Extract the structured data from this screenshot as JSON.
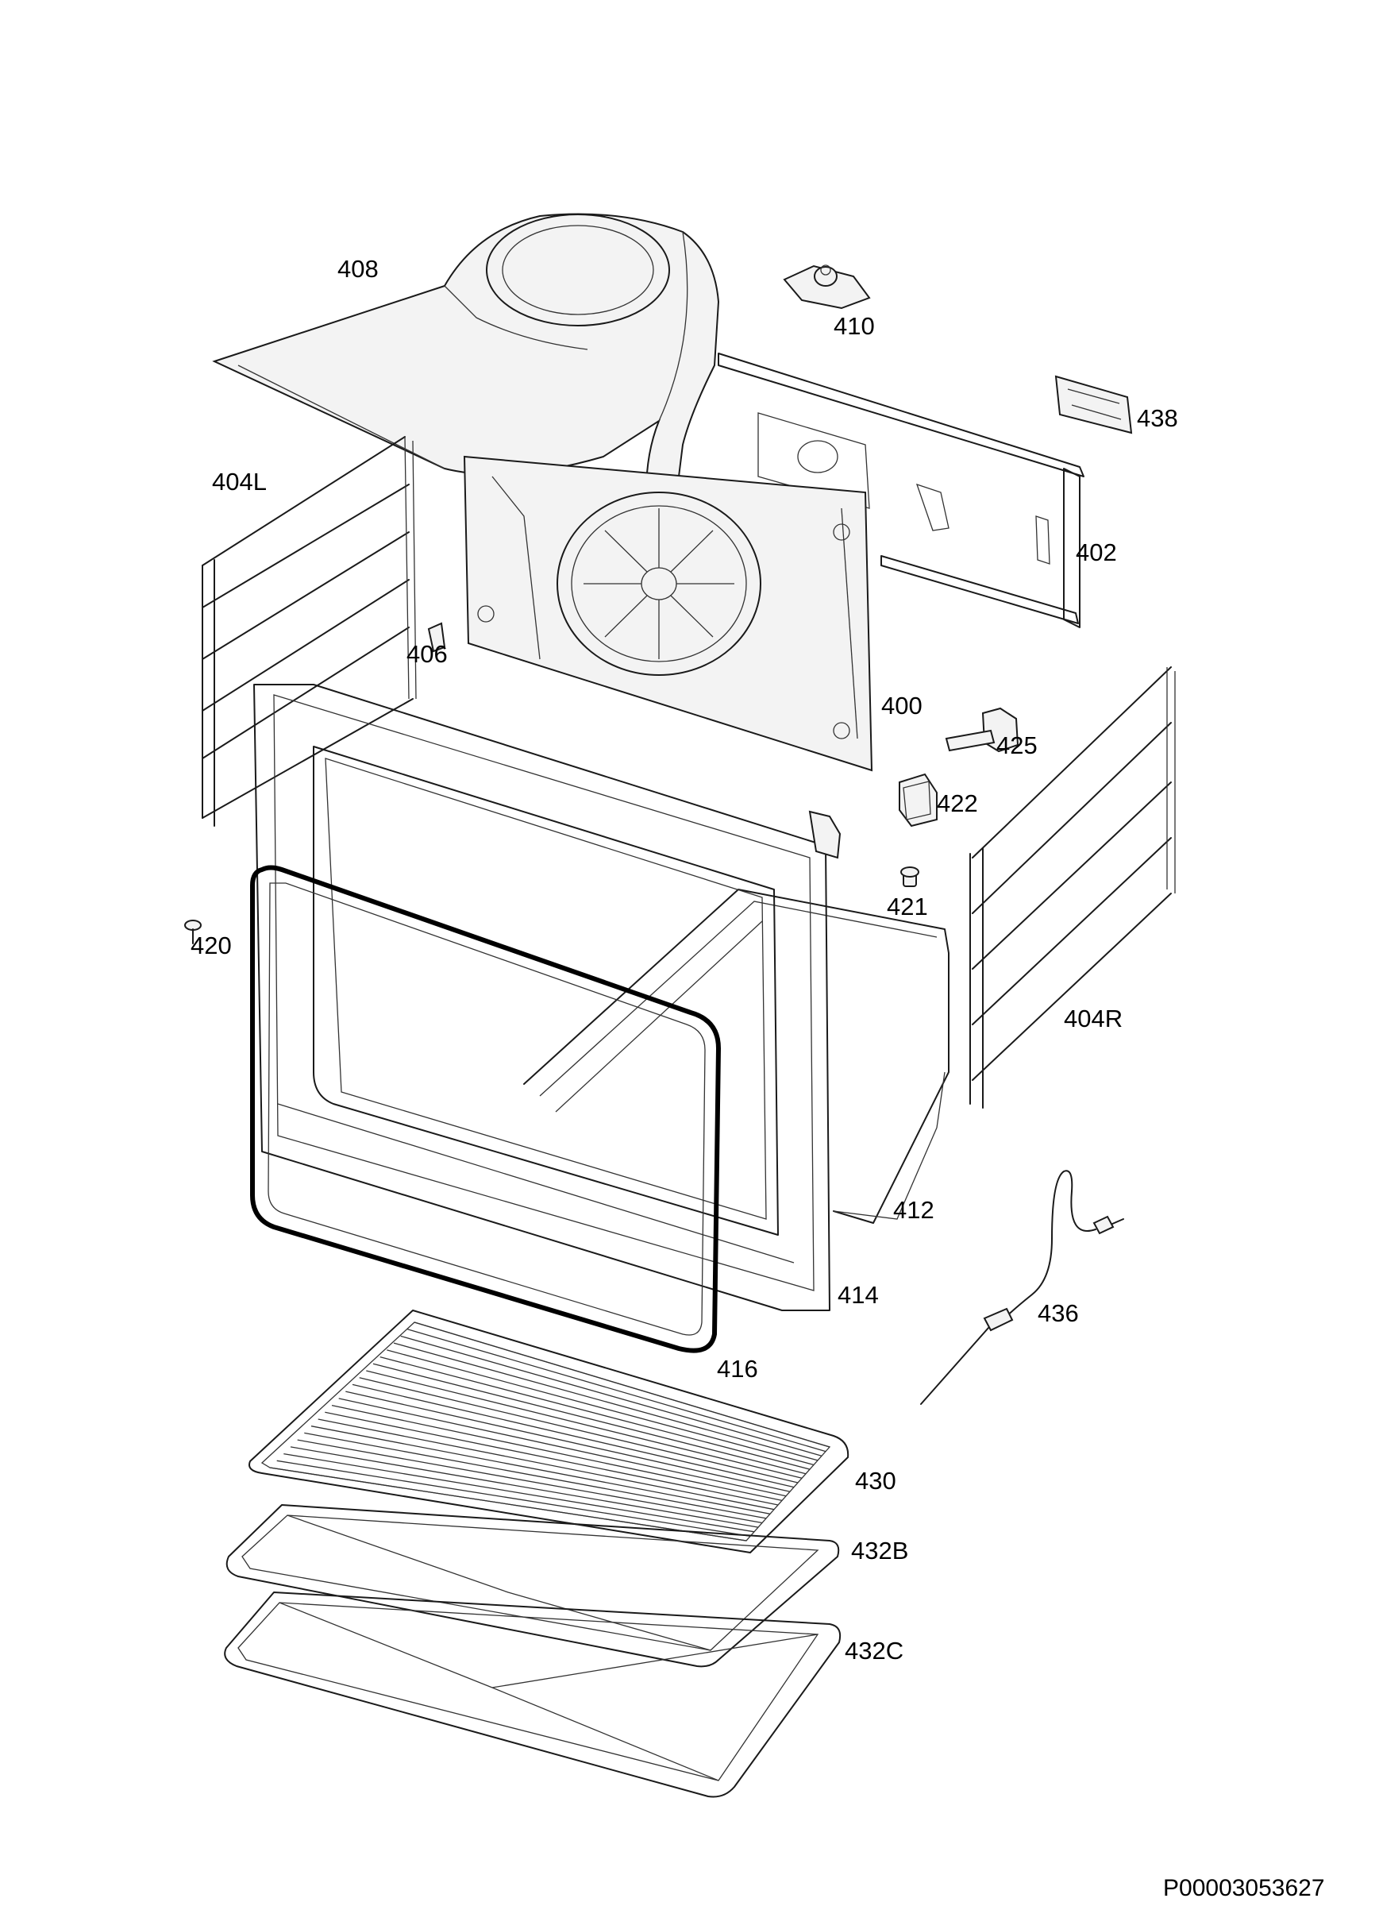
{
  "labels": {
    "p408": "408",
    "p410": "410",
    "p438": "438",
    "p404L": "404L",
    "p402": "402",
    "p406": "406",
    "p400": "400",
    "p425": "425",
    "p422": "422",
    "p421": "421",
    "p420": "420",
    "p404R": "404R",
    "p412": "412",
    "p414": "414",
    "p436": "436",
    "p416": "416",
    "p430": "430",
    "p432B": "432B",
    "p432C": "432C"
  },
  "document_id": "P00003053627"
}
